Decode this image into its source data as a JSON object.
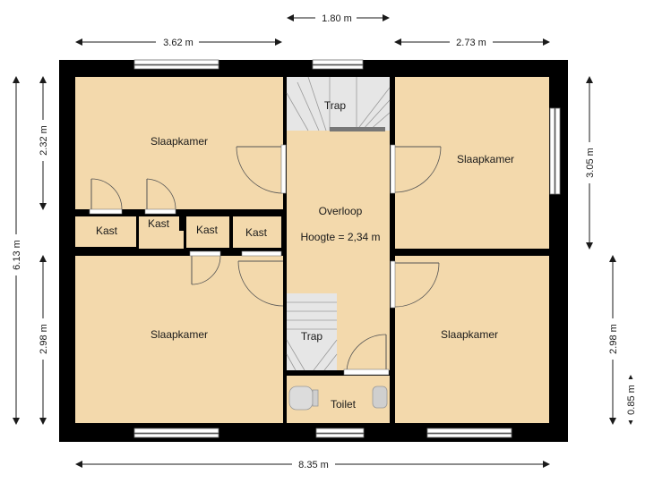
{
  "rooms": {
    "bedroom_nw": "Slaapkamer",
    "bedroom_sw": "Slaapkamer",
    "bedroom_ne": "Slaapkamer",
    "bedroom_se": "Slaapkamer",
    "landing": "Overloop",
    "landing_height": "Hoogte = 2,34 m",
    "stairs_top": "Trap",
    "stairs_bottom": "Trap",
    "closet_1": "Kast",
    "closet_2": "Kast",
    "closet_3": "Kast",
    "closet_4": "Kast",
    "toilet": "Toilet"
  },
  "dimensions": {
    "top_stair_width": "1.80 m",
    "top_left_width": "3.62 m",
    "top_right_width": "2.73 m",
    "bottom_total_width": "8.35 m",
    "left_total_height": "6.13 m",
    "left_upper_height": "2.32 m",
    "left_lower_height": "2.98 m",
    "right_upper_height": "3.05 m",
    "right_lower_height": "2.98 m",
    "right_toilet_height": "0.85 m"
  },
  "colors": {
    "room_fill": "#f3d9ac",
    "wall": "#000000",
    "stairs": "#e6e6e6"
  }
}
